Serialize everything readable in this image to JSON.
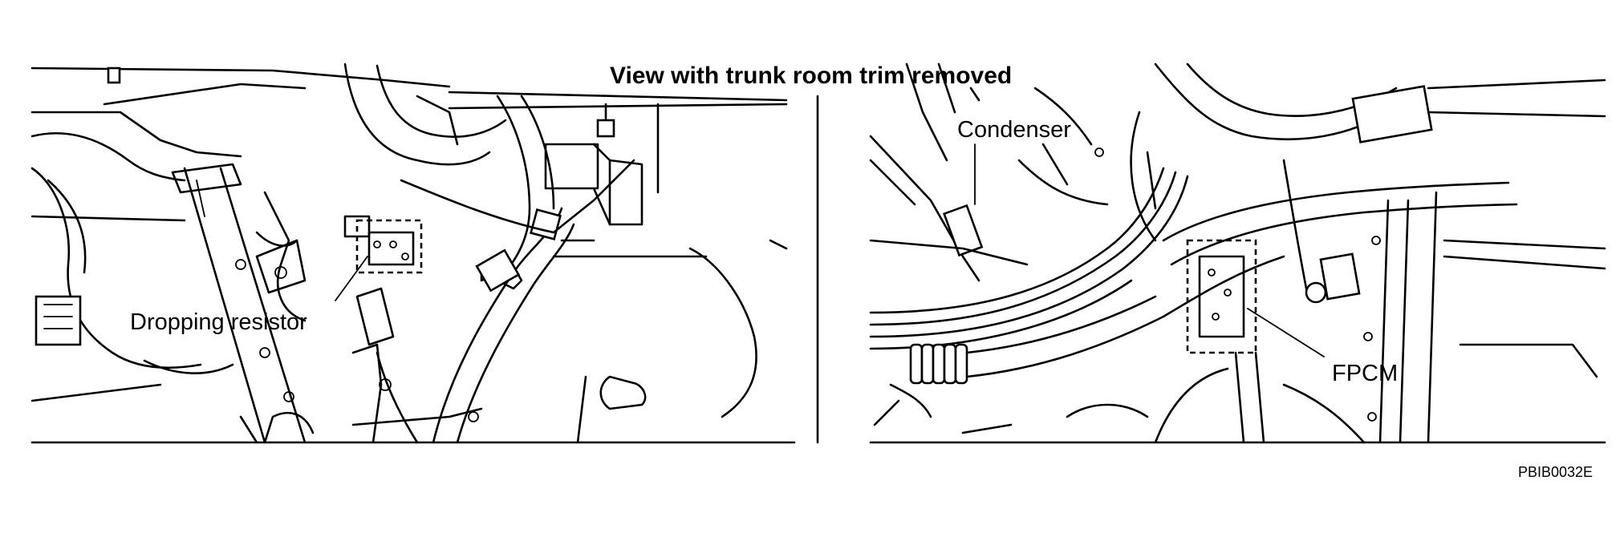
{
  "diagram": {
    "title": "View with trunk room trim removed",
    "labels": {
      "dropping_resistor": "Dropping resistor",
      "condenser": "Condenser",
      "fpcm": "FPCM"
    },
    "figure_code": "PBIB0032E"
  }
}
